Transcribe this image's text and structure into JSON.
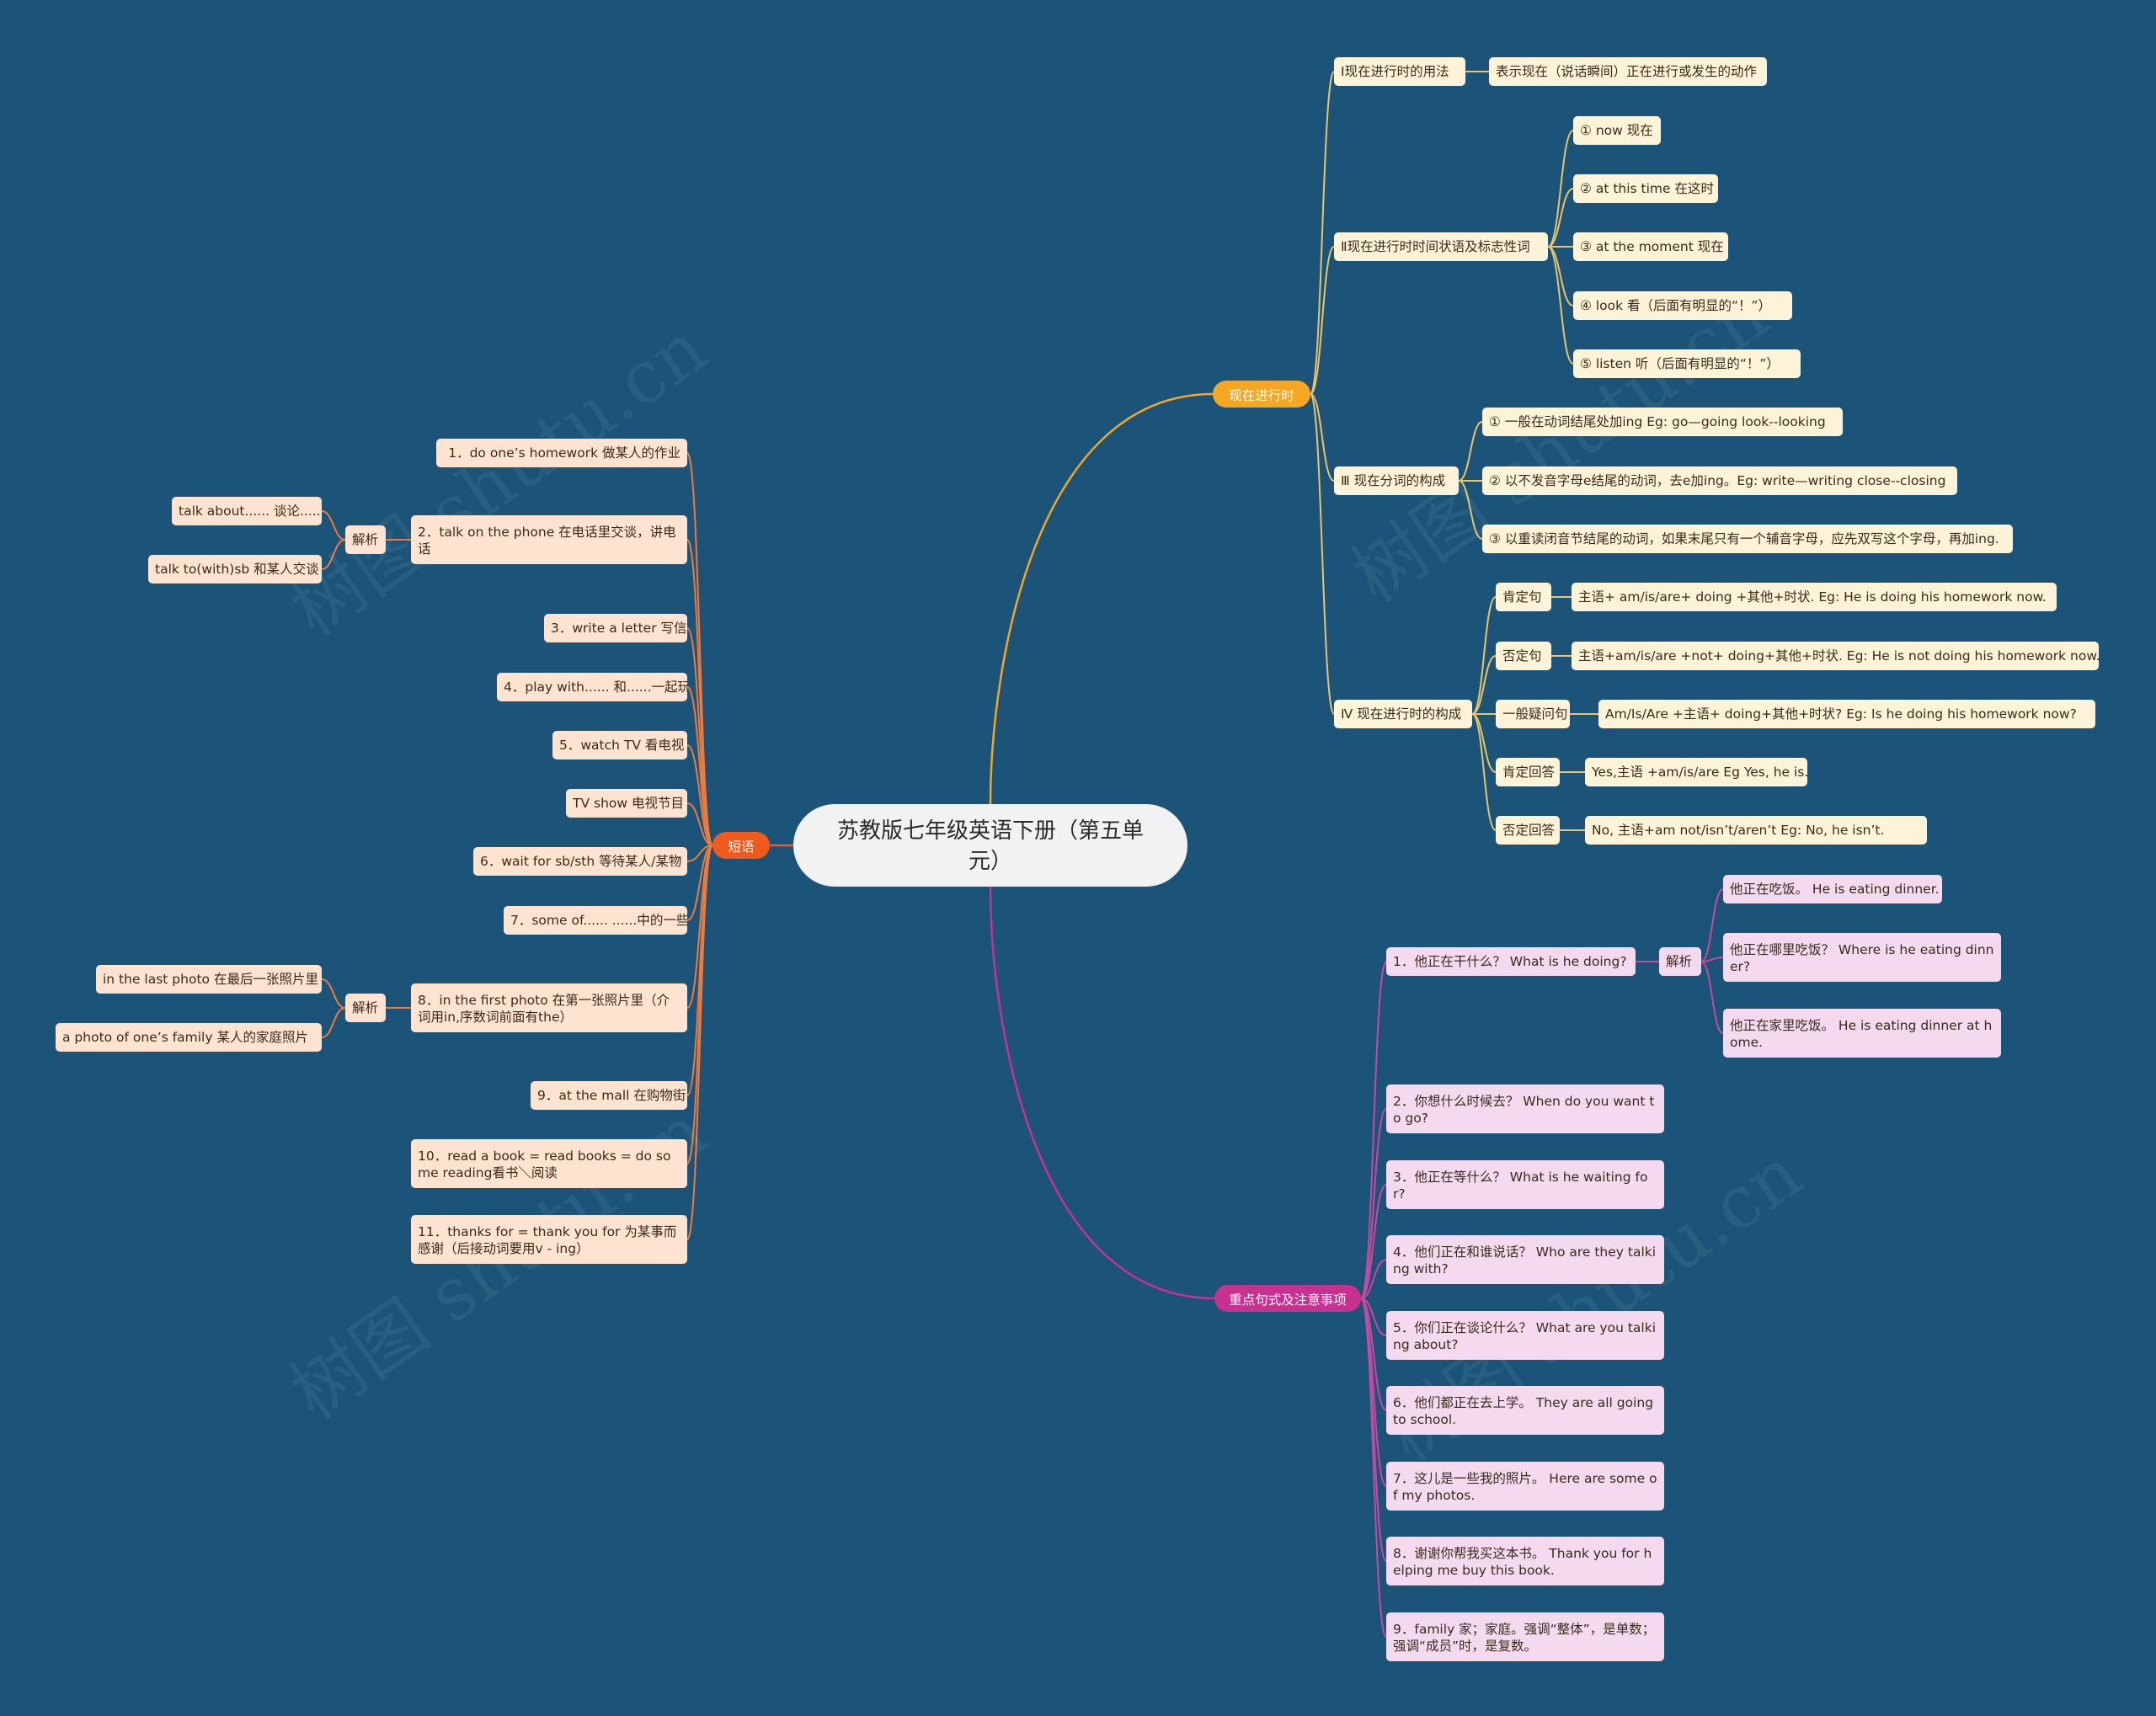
{
  "root": {
    "title": "苏教版七年级英语下册（第五单元）"
  },
  "colors": {
    "background": "#1b5478",
    "branch_present": "#f5a623",
    "branch_phrases": "#f05a1e",
    "branch_sentences": "#c8318f"
  },
  "present": {
    "hub": "现在进行时",
    "usage": {
      "label": "Ⅰ现在进行时的用法",
      "item": "表示现在（说话瞬间）正在进行或发生的动作"
    },
    "signals": {
      "label": "Ⅱ现在进行时时间状语及标志性词",
      "items": [
        "① now 现在",
        "② at this time 在这时",
        "③ at the moment 现在",
        "④ look 看（后面有明显的“！”）",
        "⑤ listen 听（后面有明显的“！”）"
      ]
    },
    "participle": {
      "label": "Ⅲ 现在分词的构成",
      "items": [
        "① 一般在动词结尾处加ing Eg: go—going look--looking",
        "② 以不发音字母e结尾的动词，去e加ing。Eg: write—writing close--closing",
        "③ 以重读闭音节结尾的动词，如果末尾只有一个辅音字母，应先双写这个字母，再加ing."
      ]
    },
    "structure": {
      "label": "Ⅳ 现在进行时的构成",
      "rows": [
        {
          "type": "肯定句",
          "text": "主语+ am/is/are+ doing +其他+时状. Eg: He is doing his homework now."
        },
        {
          "type": "否定句",
          "text": "主语+am/is/are +not+ doing+其他+时状. Eg: He is not doing his homework now."
        },
        {
          "type": "一般疑问句",
          "text": "Am/Is/Are +主语+ doing+其他+时状? Eg: Is he doing his homework now?"
        },
        {
          "type": "肯定回答",
          "text": "Yes,主语 +am/is/are Eg Yes, he is."
        },
        {
          "type": "否定回答",
          "text": "No, 主语+am not/isn’t/aren’t Eg: No, he isn’t."
        }
      ]
    }
  },
  "phrases": {
    "hub": "短语",
    "items": [
      "1．do one’s homework 做某人的作业",
      "2．talk on the phone 在电话里交谈，讲电话",
      "3．write a letter 写信",
      "4．play with...... 和......一起玩",
      "5．watch TV 看电视",
      "TV show 电视节目",
      "6．wait for sb/sth 等待某人/某物",
      "7．some of...... ......中的一些",
      "8．in the first photo 在第一张照片里（介词用in,序数词前面有the）",
      "9．at the mall 在购物街",
      "10．read a book = read books = do some reading看书＼阅读",
      "11．thanks for = thank you for 为某事而感谢（后接动词要用v - ing）"
    ],
    "note2": {
      "label": "解析",
      "items": [
        "talk about...... 谈论......",
        "talk to(with)sb 和某人交谈"
      ]
    },
    "note8": {
      "label": "解析",
      "items": [
        "in the last photo 在最后一张照片里",
        "a photo of one’s family 某人的家庭照片"
      ]
    }
  },
  "sentences": {
    "hub": "重点句式及注意事项",
    "items": [
      "1．他正在干什么？ What is he doing?",
      "2．你想什么时候去？ When do you want to go?",
      "3．他正在等什么？ What is he waiting for?",
      "4．他们正在和谁说话？ Who are they talking with?",
      "5．你们正在谈论什么？ What are you talking about?",
      "6．他们都正在去上学。 They are all going to school.",
      "7．这儿是一些我的照片。 Here are some of my photos.",
      "8．谢谢你帮我买这本书。 Thank you for helping me buy this book.",
      "9．family 家；家庭。强调“整体”，是单数；强调“成员”时，是复数。"
    ],
    "note1": {
      "label": "解析",
      "items": [
        "他正在吃饭。 He is eating dinner.",
        "他正在哪里吃饭？ Where is he eating dinner?",
        "他正在家里吃饭。 He is eating dinner at home."
      ]
    }
  },
  "watermark": "树图 shutu.cn"
}
